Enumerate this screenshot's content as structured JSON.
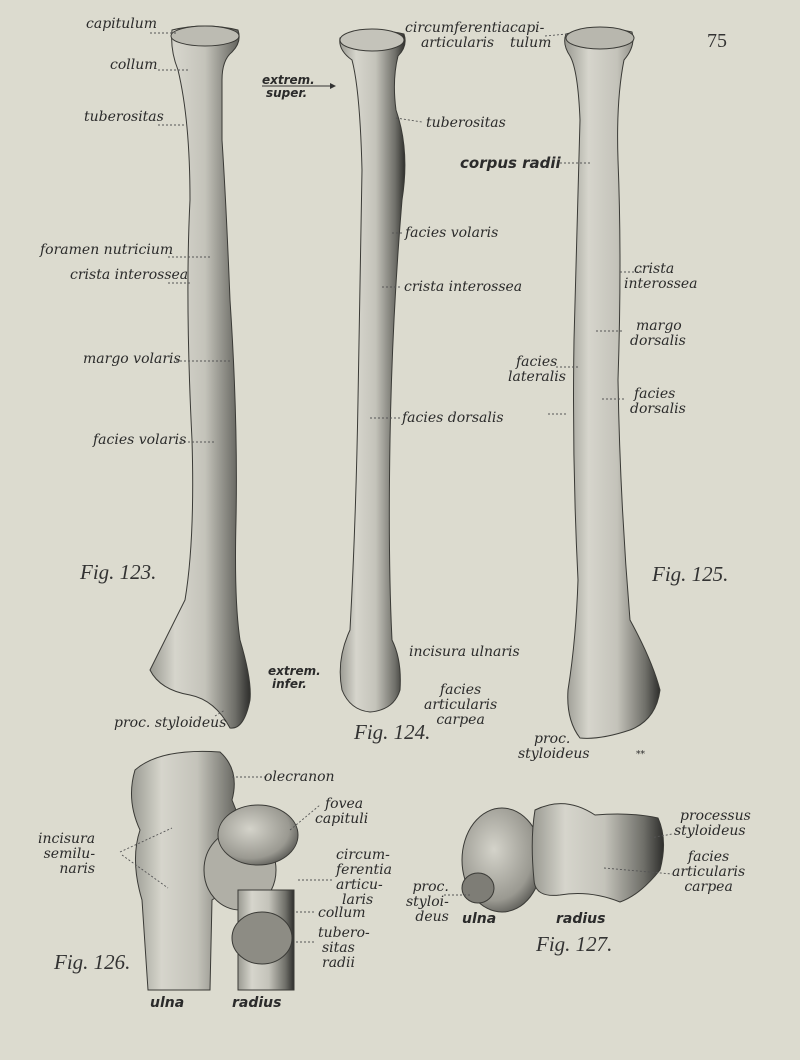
{
  "page": {
    "number": "75",
    "background": "#dcdbcf"
  },
  "fig123": {
    "caption": "Fig. 123.",
    "labels": {
      "capitulum": "capitulum",
      "collum": "collum",
      "tuberositas": "tuberositas",
      "foramen_nutricium": "foramen nutricium",
      "crista_interossea": "crista interossea",
      "margo_volaris": "margo volaris",
      "facies_volaris": "facies volaris",
      "proc_styloideus": "proc. styloideus"
    }
  },
  "fig124": {
    "caption": "Fig. 124.",
    "labels": {
      "extrem_super_1": "extrem.",
      "extrem_super_2": "super.",
      "circumferentia_1": "circumferentia",
      "circumferentia_2": "articularis",
      "tuberositas": "tuberositas",
      "corpus_radii": "corpus radii",
      "facies_volaris": "facies volaris",
      "crista_interossea": "crista interossea",
      "facies_dorsalis": "facies dorsalis",
      "incisura_ulnaris": "incisura ulnaris",
      "extrem_infer_1": "extrem.",
      "extrem_infer_2": "infer.",
      "facies_art_1": "facies",
      "facies_art_2": "articularis",
      "facies_art_3": "carpea"
    }
  },
  "fig125": {
    "caption": "Fig. 125.",
    "labels": {
      "capitulum_1": "capi-",
      "capitulum_2": "tulum",
      "crista_1": "crista",
      "crista_2": "interossea",
      "margo_1": "margo",
      "margo_2": "dorsalis",
      "facies_lat_1": "facies",
      "facies_lat_2": "lateralis",
      "facies_dors_1": "facies",
      "facies_dors_2": "dorsalis",
      "proc_1": "proc.",
      "proc_2": "styloideus",
      "double_star": "**"
    }
  },
  "fig126": {
    "caption": "Fig. 126.",
    "labels": {
      "olecranon": "olecranon",
      "fovea_1": "fovea",
      "fovea_2": "capituli",
      "incisura_1": "incisura",
      "incisura_2": "semilu-",
      "incisura_3": "naris",
      "circum_1": "circum-",
      "circum_2": "ferentia",
      "circum_3": "articu-",
      "circum_4": "laris",
      "collum": "collum",
      "tub_1": "tubero-",
      "tub_2": "sitas",
      "tub_3": "radii",
      "ulna": "ulna",
      "radius": "radius"
    }
  },
  "fig127": {
    "caption": "Fig. 127.",
    "labels": {
      "processus_1": "processus",
      "processus_2": "styloideus",
      "facies_1": "facies",
      "facies_2": "articularis",
      "facies_3": "carpea",
      "proc_1": "proc.",
      "proc_2": "styloi-",
      "proc_3": "deus",
      "ulna": "ulna",
      "radius": "radius"
    }
  }
}
